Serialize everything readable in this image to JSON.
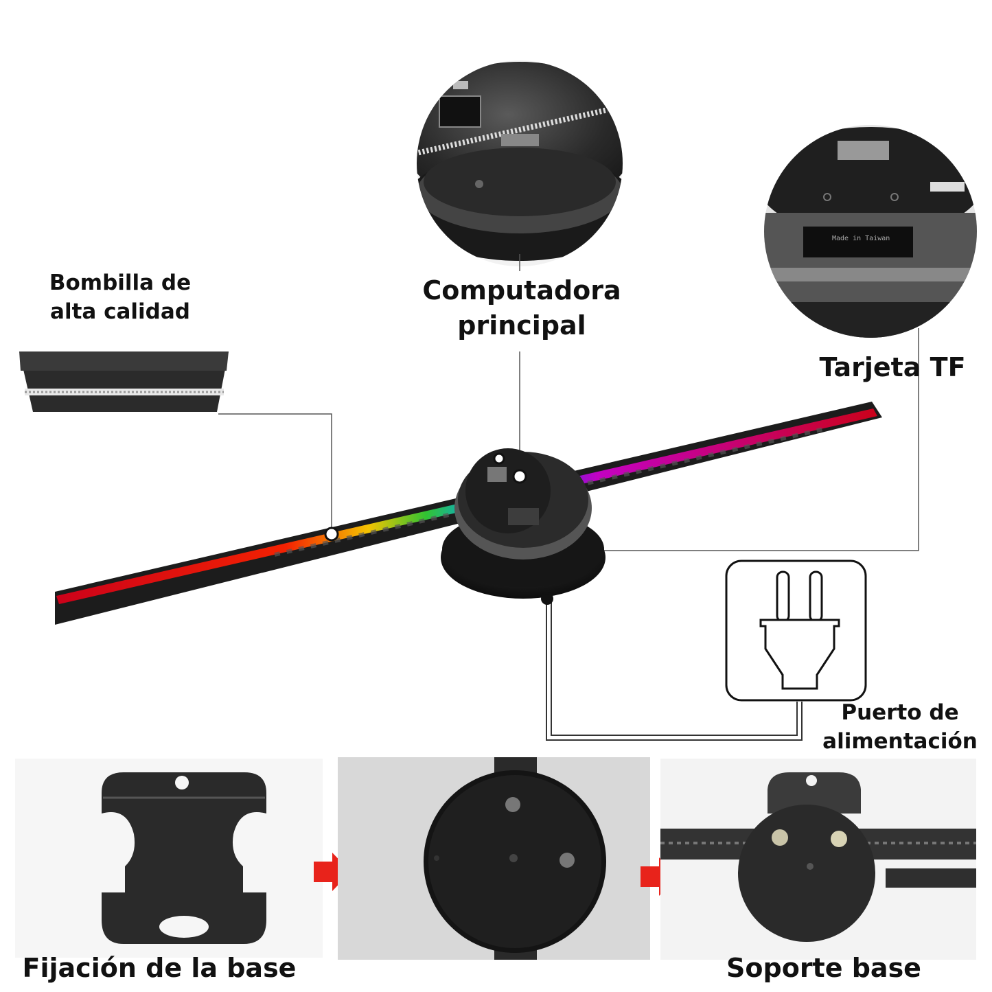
{
  "labels": {
    "bulb": [
      "Bombilla de",
      "alta calidad"
    ],
    "main_computer": [
      "Computadora",
      "principal"
    ],
    "tf_card": "Tarjeta TF",
    "power_port": [
      "Puerto de",
      "alimentación"
    ],
    "base_fixing": "Fijación de la base",
    "base_support": "Soporte base"
  },
  "printed_marks": {
    "pcb_text": "Made in Taiwan"
  },
  "colors": {
    "text": "#111111",
    "device_body": "#1c1c1c",
    "arrow": "#e8231b",
    "leader_line": "#555555",
    "led_gradient": [
      "#d4001a",
      "#ff3300",
      "#ffcc00",
      "#33cc33",
      "#00aaff",
      "#3333ff",
      "#cc00cc",
      "#ff0033"
    ]
  },
  "icons": {
    "power": "power-plug-icon",
    "step_arrow": "red-arrow-right-icon"
  }
}
